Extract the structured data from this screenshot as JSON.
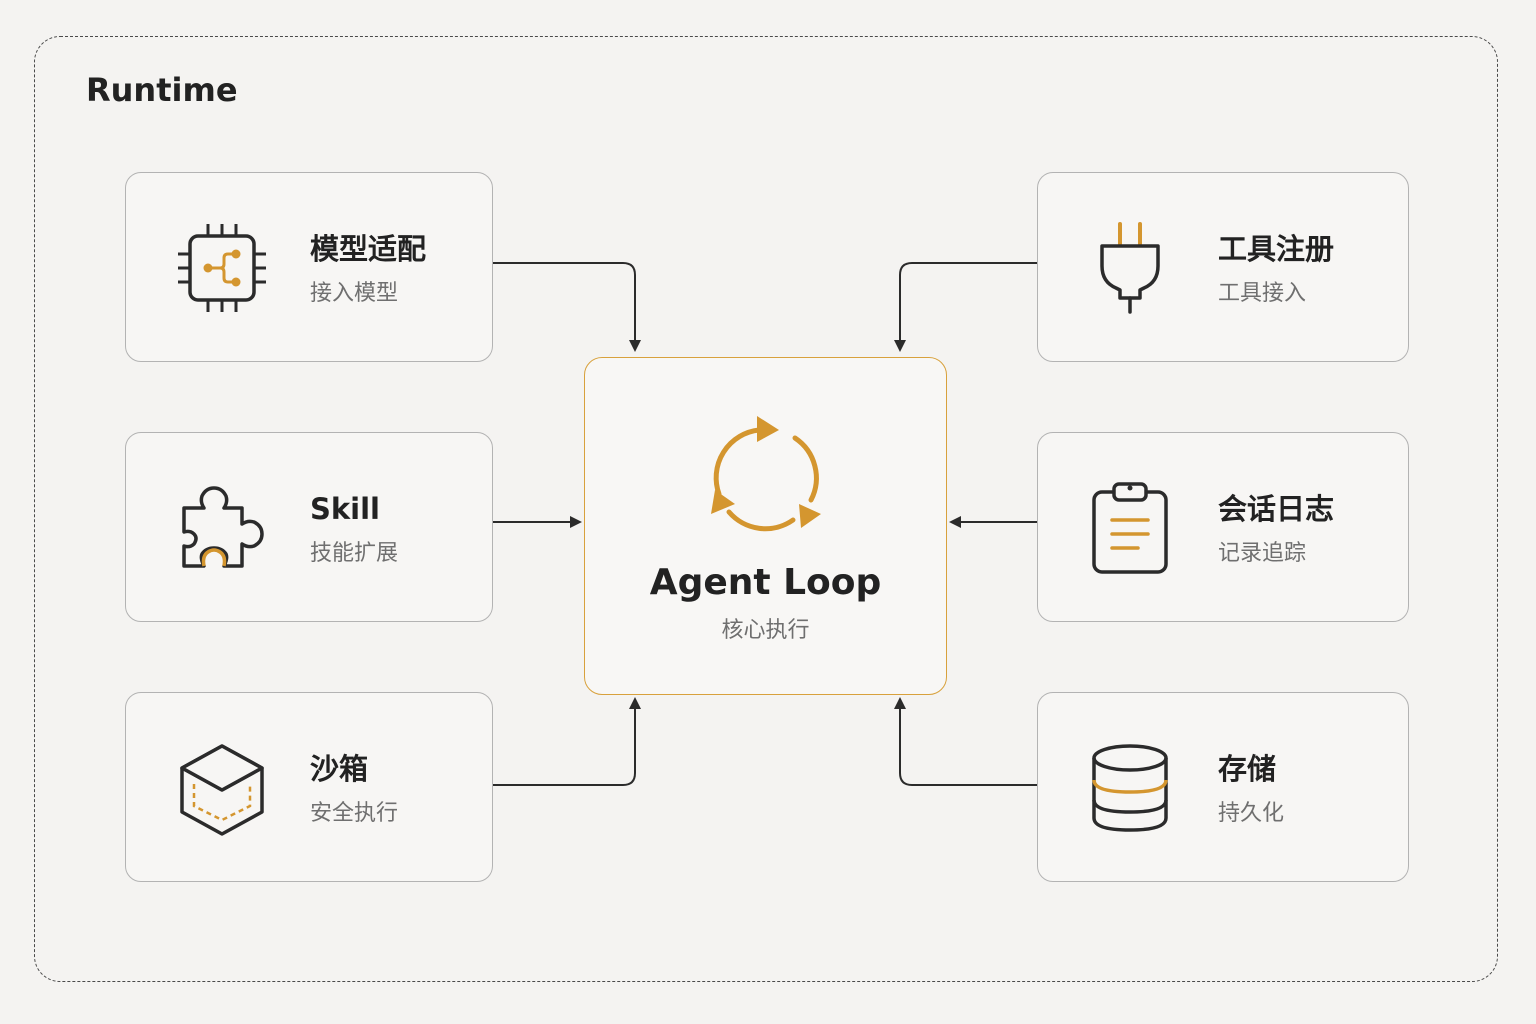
{
  "runtime": {
    "title": "Runtime"
  },
  "core": {
    "title": "Agent Loop",
    "subtitle": "核心执行",
    "icon": "cycle-icon",
    "accent_color": "#d4962f"
  },
  "modules": {
    "model": {
      "title": "模型适配",
      "subtitle": "接入模型",
      "icon": "chip-icon"
    },
    "skill": {
      "title": "Skill",
      "subtitle": "技能扩展",
      "icon": "puzzle-icon"
    },
    "sandbox": {
      "title": "沙箱",
      "subtitle": "安全执行",
      "icon": "cube-icon"
    },
    "tools": {
      "title": "工具注册",
      "subtitle": "工具接入",
      "icon": "plug-icon"
    },
    "session": {
      "title": "会话日志",
      "subtitle": "记录追踪",
      "icon": "clipboard-icon"
    },
    "storage": {
      "title": "存储",
      "subtitle": "持久化",
      "icon": "database-icon"
    }
  },
  "colors": {
    "accent": "#d4962f",
    "stroke": "#2b2b2b",
    "border": "#b3b3b3",
    "background": "#f4f3f1"
  }
}
